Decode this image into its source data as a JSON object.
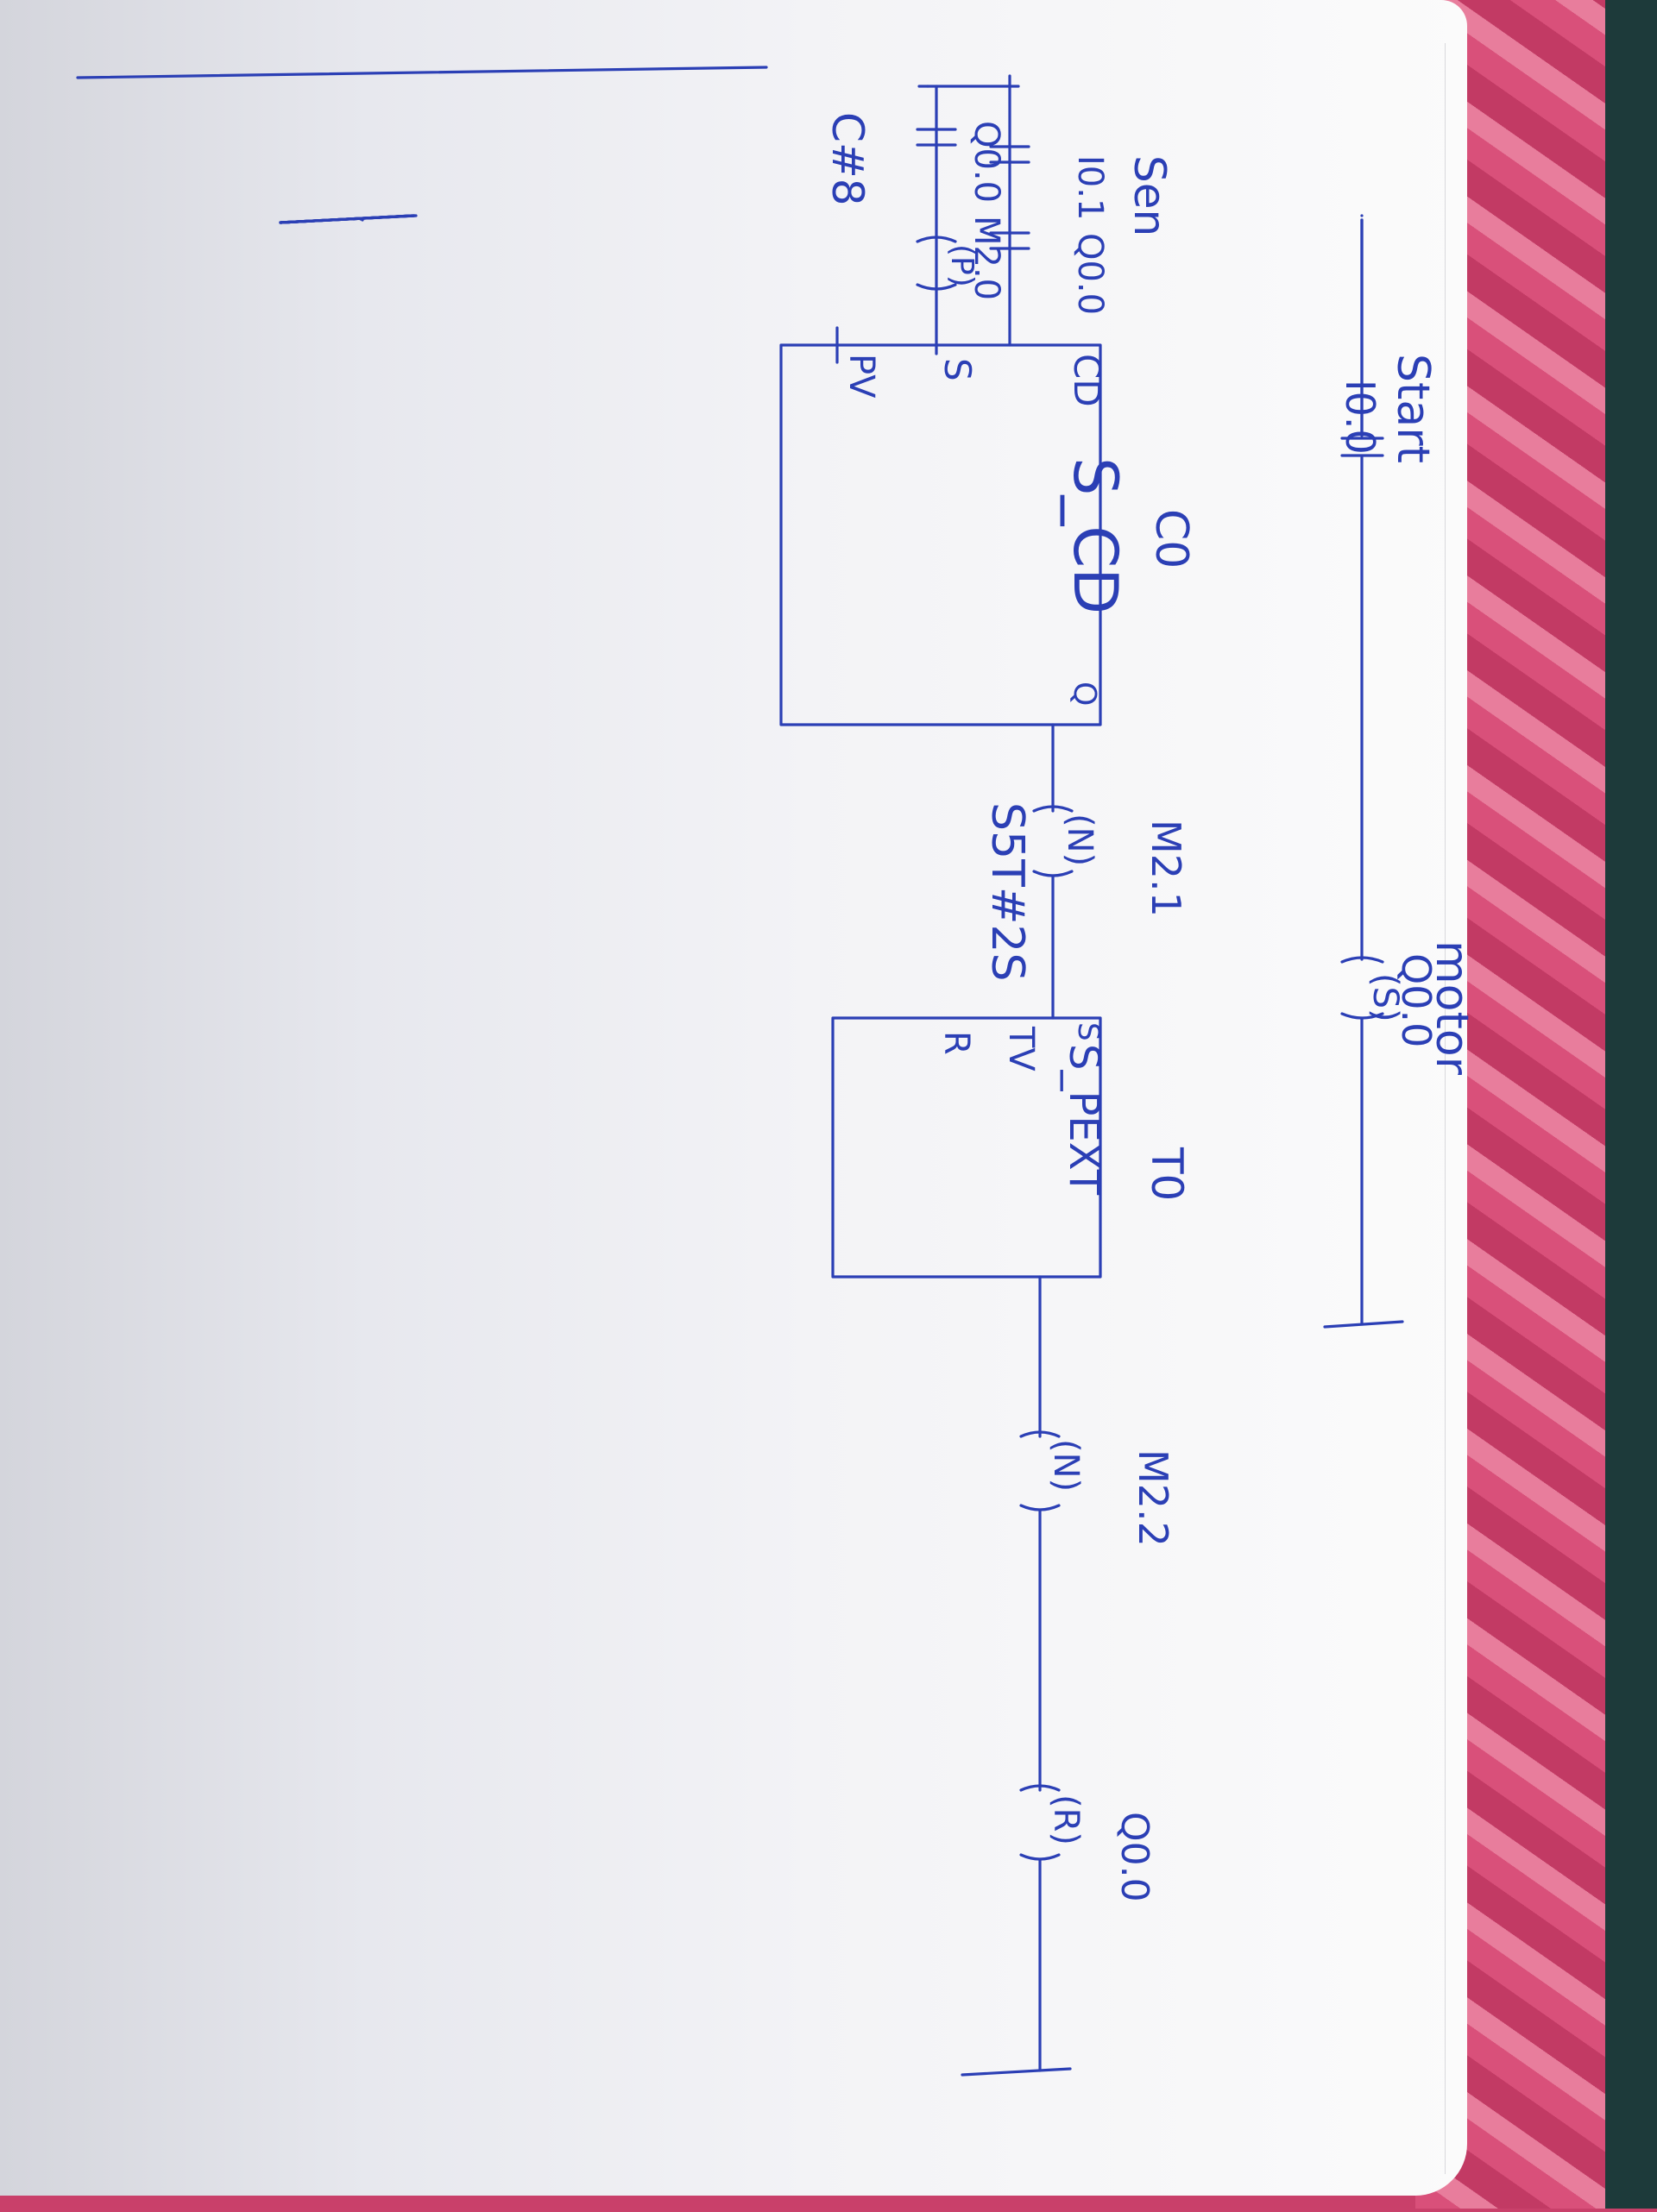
{
  "rung1": {
    "contact_label": "Start",
    "contact_address": "I0.0",
    "coil_label": "motor",
    "coil_address": "Q0.0",
    "coil_symbol": "(S)"
  },
  "rung2": {
    "contact1_label": "Sen",
    "contact1_address": "I0.1",
    "contact2_address": "Q0.0",
    "contact3_address": "Q0.0",
    "contact4_address": "M2.0",
    "p_symbol": "(P)",
    "counter_name": "C0",
    "counter_type": "S_CD",
    "counter_cd": "CD",
    "counter_s": "S",
    "counter_pv": "PV",
    "counter_q": "Q",
    "counter_preset": "C#8",
    "n1_address": "M2.1",
    "n1_symbol": "(N)",
    "timer_name": "T0",
    "timer_type": "S_PEXT",
    "timer_s": "S",
    "timer_tv": "TV",
    "timer_r": "R",
    "timer_value": "S5T#2S",
    "n2_address": "M2.2",
    "n2_symbol": "(N)",
    "reset_address": "Q0.0",
    "reset_symbol": "(R)"
  }
}
